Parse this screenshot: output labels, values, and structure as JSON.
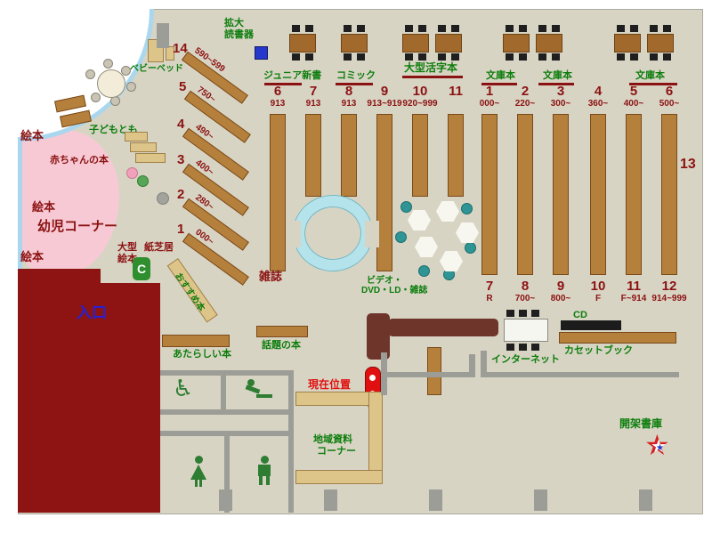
{
  "palette": {
    "floor": "#d8d4c4",
    "wall_maroon": "#8e1414",
    "shelf_brown": "#b5803c",
    "shelf_tan": "#ddc489",
    "label_green": "#0c7d0c",
    "label_maroon": "#8b1212",
    "entrance_blue": "#2222d8",
    "marker_red": "#e01010",
    "kids_pink": "#f7c9d4",
    "bench_cyan": "#b5e3ec",
    "arc_skyblue": "#aad7ee"
  },
  "icons": {
    "wheelchair": "♿",
    "star": "★"
  },
  "kids_area": {
    "baby_bed": "ベビーベッド",
    "kodomotomo": "子どもとも",
    "baby_books": "赤ちゃんの本",
    "toddler_corner": "幼児コーナー",
    "ehon_1": "絵本",
    "ehon_2": "絵本",
    "ehon_3": "絵本",
    "large_ehon": "大型絵本",
    "kamishibai": "紙芝居",
    "c_badge": "C",
    "recommended": "おすすめ本",
    "entrance": "入口"
  },
  "magnifier": {
    "line1": "拡大",
    "line2": "読書器"
  },
  "diagonal_shelves": [
    {
      "num": "14",
      "range": "590~599"
    },
    {
      "num": "5",
      "range": "750~"
    },
    {
      "num": "4",
      "range": "490~"
    },
    {
      "num": "3",
      "range": "400~"
    },
    {
      "num": "2",
      "range": "280~"
    },
    {
      "num": "1",
      "range": "000~"
    }
  ],
  "sections": {
    "junior_shinsho": "ジュニア新書",
    "comic": "コミック",
    "large_print": "大型活字本",
    "bunko_1": "文庫本",
    "bunko_2": "文庫本",
    "bunko_3": "文庫本",
    "magazine": "雑誌",
    "video_line1": "ビデオ・",
    "video_line2": "DVD・LD・雑誌",
    "wall_shelf": "13"
  },
  "center_columns": [
    {
      "num": "6",
      "range": "913"
    },
    {
      "num": "7",
      "range": "913"
    },
    {
      "num": "8",
      "range": "913"
    },
    {
      "num": "9",
      "range": "913~919"
    },
    {
      "num": "10",
      "range": "920~999"
    },
    {
      "num": "11",
      "range": ""
    }
  ],
  "right_columns_top": [
    {
      "num": "1",
      "range": "000~"
    },
    {
      "num": "2",
      "range": "220~"
    },
    {
      "num": "3",
      "range": "300~"
    },
    {
      "num": "4",
      "range": "360~"
    },
    {
      "num": "5",
      "range": "400~"
    },
    {
      "num": "6",
      "range": "500~"
    }
  ],
  "right_columns_bottom": [
    {
      "num": "7",
      "range": "R"
    },
    {
      "num": "8",
      "range": "700~"
    },
    {
      "num": "9",
      "range": "800~"
    },
    {
      "num": "10",
      "range": "F"
    },
    {
      "num": "11",
      "range": "F~914"
    },
    {
      "num": "12",
      "range": "914~999"
    }
  ],
  "services": {
    "new_books": "あたらしい本",
    "topic_books": "話題の本",
    "current_location": "現在位置",
    "local_line1": "地域資料",
    "local_line2": "コーナー",
    "internet": "インターネット",
    "cd": "CD",
    "cassette": "カセットブック",
    "open_stacks": "開架書庫"
  }
}
